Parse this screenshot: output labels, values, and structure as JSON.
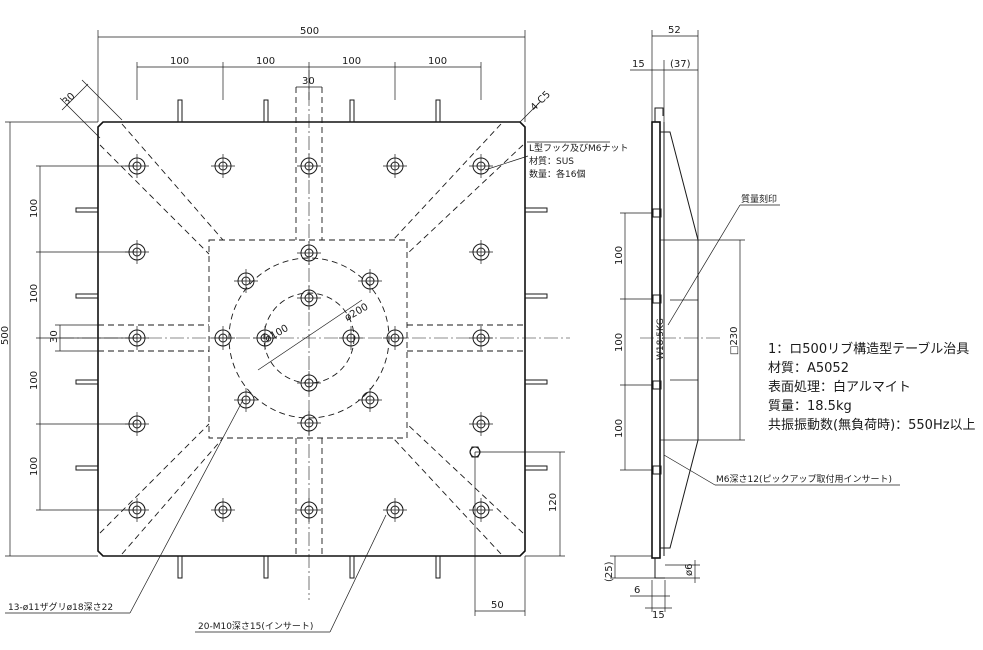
{
  "dimensions": {
    "overall_width": "500",
    "pitch": "100",
    "slot_width": "30",
    "chamfer": "4-C5",
    "angle_slot": "30",
    "overall_height": "500",
    "offset_120": "120",
    "offset_50": "50",
    "dia_100": "ø100",
    "dia_200": "ø200",
    "side_depth": "52",
    "side_15": "15",
    "side_37": "(37)",
    "side_230": "□230",
    "side_25": "(25)",
    "side_dia6": "ø6",
    "side_6": "6",
    "side_15b": "15"
  },
  "notes": {
    "hook_line1": "L型フック及びM6ナット",
    "hook_line2": "材質：SUS",
    "hook_line3": "数量：各16個",
    "mass_mark": "質量刻印",
    "plate_mark": "W18.5KG",
    "pickup_insert": "M6深さ12(ピックアップ取付用インサート)",
    "counterbore": "13-ø11ザグリø18深さ22",
    "insert": "20-M10深さ15(インサート)"
  },
  "spec": {
    "title": "1：ロ500リブ構造型テーブル治具",
    "material": "材質：A5052",
    "finish": "表面処理：白アルマイト",
    "mass": "質量：18.5kg",
    "resonance": "共振振動数(無負荷時)：550Hz以上"
  }
}
